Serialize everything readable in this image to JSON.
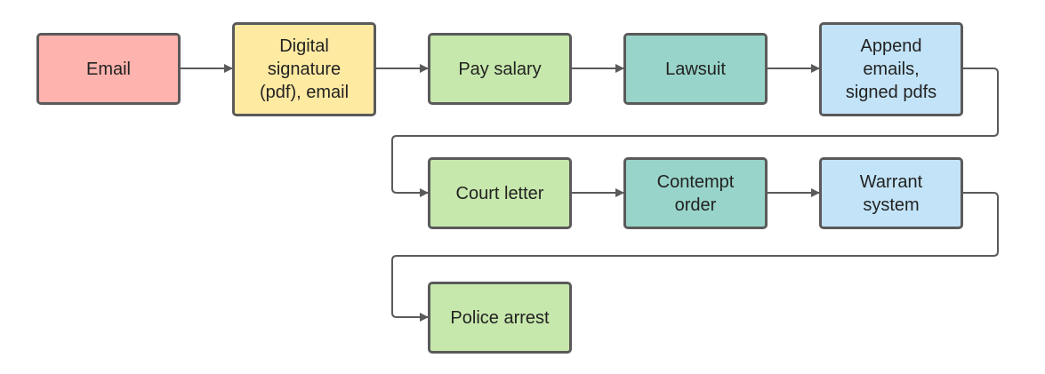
{
  "colors": {
    "email": "#FFB3AE",
    "signature": "#FFEAA2",
    "green": "#C7E8AC",
    "teal": "#98D4C9",
    "blue": "#C3E4F8",
    "stroke": "#5A5A5A",
    "text": "#222222"
  },
  "nodes": {
    "email": {
      "label": "Email"
    },
    "digital_signature": {
      "label": "Digital\nsignature\n(pdf), email"
    },
    "pay_salary": {
      "label": "Pay salary"
    },
    "lawsuit": {
      "label": "Lawsuit"
    },
    "append_emails": {
      "label": "Append\nemails,\nsigned pdfs"
    },
    "court_letter": {
      "label": "Court letter"
    },
    "contempt_order": {
      "label": "Contempt\norder"
    },
    "warrant_system": {
      "label": "Warrant\nsystem"
    },
    "police_arrest": {
      "label": "Police arrest"
    }
  },
  "edges": [
    {
      "from": "email",
      "to": "digital_signature"
    },
    {
      "from": "digital_signature",
      "to": "pay_salary"
    },
    {
      "from": "pay_salary",
      "to": "lawsuit"
    },
    {
      "from": "lawsuit",
      "to": "append_emails"
    },
    {
      "from": "append_emails",
      "to": "court_letter"
    },
    {
      "from": "court_letter",
      "to": "contempt_order"
    },
    {
      "from": "contempt_order",
      "to": "warrant_system"
    },
    {
      "from": "warrant_system",
      "to": "police_arrest"
    }
  ]
}
